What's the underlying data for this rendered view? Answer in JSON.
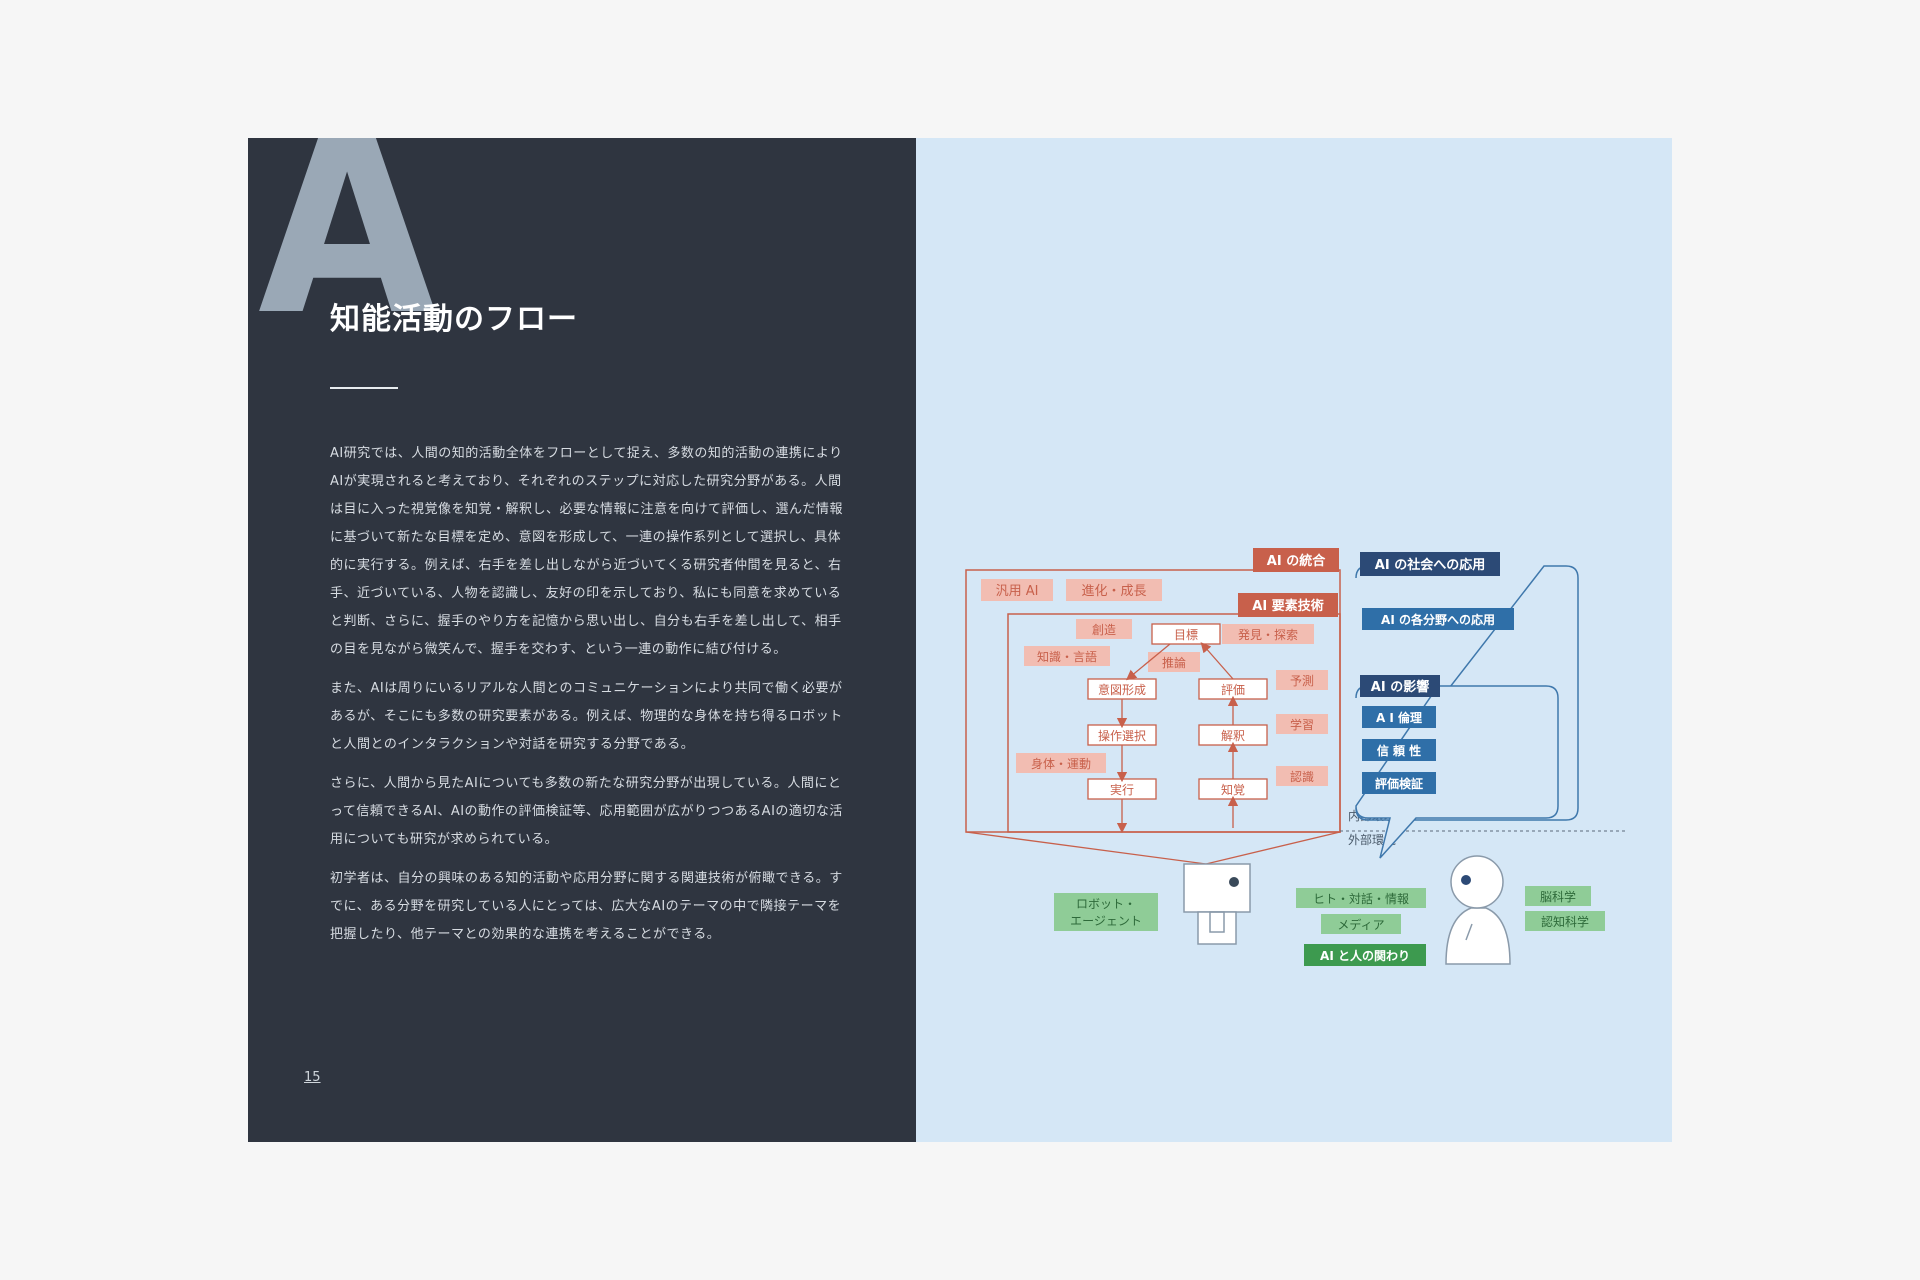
{
  "page": {
    "big_letter": "A",
    "title": "知能活動のフロー",
    "paragraphs": [
      "AI研究では、人間の知的活動全体をフローとして捉え、多数の知的活動の連携によりAIが実現されると考えており、それぞれのステップに対応した研究分野がある。人間は目に入った視覚像を知覚・解釈し、必要な情報に注意を向けて評価し、選んだ情報に基づいて新たな目標を定め、意図を形成して、一連の操作系列として選択し、具体的に実行する。例えば、右手を差し出しながら近づいてくる研究者仲間を見ると、右手、近づいている、人物を認識し、友好の印を示しており、私にも同意を求めていると判断、さらに、握手のやり方を記憶から思い出し、自分も右手を差し出して、相手の目を見ながら微笑んで、握手を交わす、という一連の動作に結び付ける。",
      "また、AIは周りにいるリアルな人間とのコミュニケーションにより共同で働く必要があるが、そこにも多数の研究要素がある。例えば、物理的な身体を持ち得るロボットと人間とのインタラクションや対話を研究する分野である。",
      "さらに、人間から見たAIについても多数の新たな研究分野が出現している。人間にとって信頼できるAI、AIの動作の評価検証等、応用範囲が広がりつつあるAIの適切な活用についても研究が求められている。",
      "初学者は、自分の興味のある知的活動や応用分野に関する関連技術が俯瞰できる。すでに、ある分野を研究している人にとっては、広大なAIのテーマの中で隣接テーマを把握したり、他テーマとの効果的な連携を考えることができる。"
    ],
    "page_number": "15"
  },
  "diagram": {
    "integration_header": "AI の統合",
    "general_ai": "汎用 AI",
    "evolution": "進化・成長",
    "element_header": "AI 要素技術",
    "creation": "創造",
    "goal": "目標",
    "discovery": "発見・探索",
    "knowledge": "知識・言語",
    "inference": "推論",
    "prediction": "予測",
    "intention": "意図形成",
    "evaluation": "評価",
    "learning": "学習",
    "operation": "操作選択",
    "interpretation": "解釈",
    "body": "身体・運動",
    "execution": "実行",
    "perception": "知覚",
    "recognition": "認識",
    "inner_env": "内部環境",
    "outer_env": "外部環境",
    "robot_line1": "ロボット・",
    "robot_line2": "エージェント",
    "human_dialogue": "ヒト・対話・情報",
    "media": "メディア",
    "ai_human": "AI と人の関わり",
    "social_header": "AI の社会への応用",
    "fields": "AI の各分野への応用",
    "impact_header": "AI の影響",
    "ethics": "A I 倫理",
    "trust": "信 頼 性",
    "verification": "評価検証",
    "brain": "脳科学",
    "cognitive": "認知科学"
  },
  "colors": {
    "left_bg": "#2f3540",
    "right_bg": "#d5e7f6",
    "red": "#c8604b",
    "pink": "#f2bdb2",
    "navy": "#2c4a76",
    "blue": "#2f6fa8",
    "green": "#3d9a4f",
    "light_green": "#8fcc97"
  }
}
